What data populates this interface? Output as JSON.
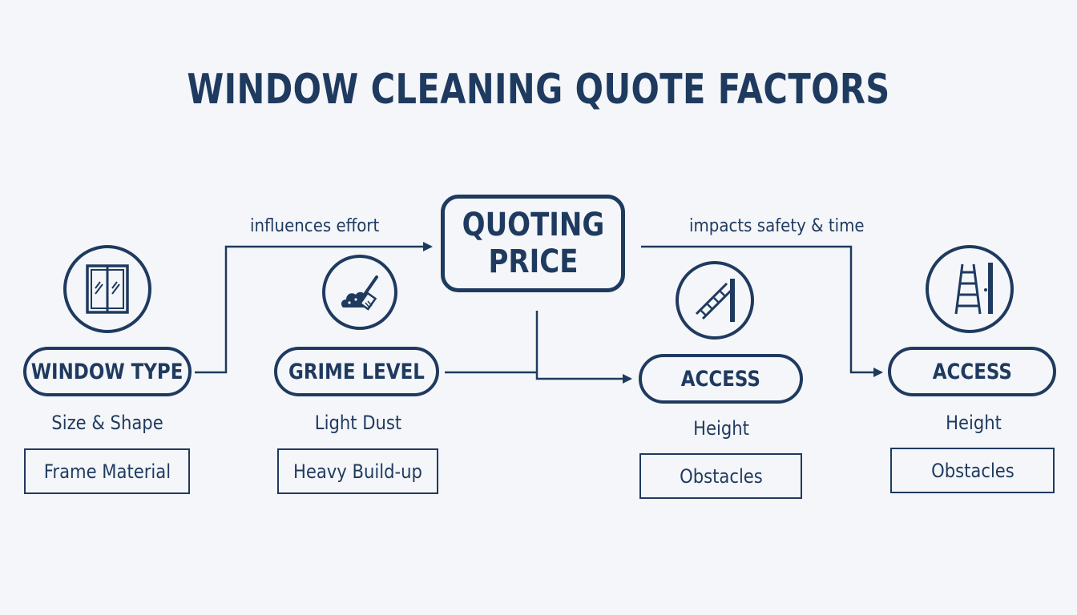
{
  "title": "WINDOW CLEANING QUOTE FACTORS",
  "hub": {
    "label": "QUOTING\nPRICE"
  },
  "edge_labels": {
    "left": "influences effort",
    "right": "impacts safety & time"
  },
  "factors": [
    {
      "icon": "window-icon",
      "label": "WINDOW TYPE",
      "primary": "Size & Shape",
      "secondary": "Frame Material"
    },
    {
      "icon": "cleaning-brush-icon",
      "label": "GRIME LEVEL",
      "primary": "Light Dust",
      "secondary": "Heavy Build-up"
    },
    {
      "icon": "ladder-wall-icon",
      "label": "ACCESS",
      "primary": "Height",
      "secondary": "Obstacles"
    },
    {
      "icon": "ladder-icon",
      "label": "ACCESS",
      "primary": "Height",
      "secondary": "Obstacles"
    }
  ],
  "colors": {
    "ink": "#1f3a5f",
    "background": "#f4f6f9"
  }
}
